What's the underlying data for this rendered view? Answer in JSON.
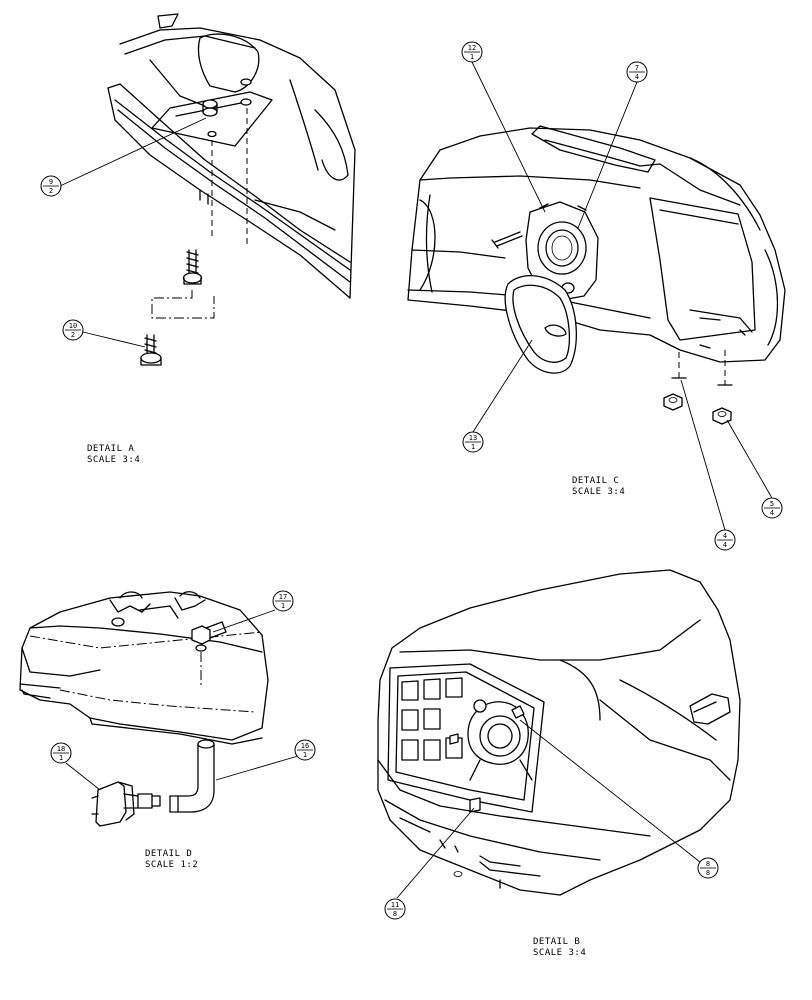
{
  "details": [
    {
      "id": "A",
      "title": "DETAIL A",
      "scale": "SCALE  3:4"
    },
    {
      "id": "B",
      "title": "DETAIL B",
      "scale": "SCALE  3:4"
    },
    {
      "id": "C",
      "title": "DETAIL C",
      "scale": "SCALE  3:4"
    },
    {
      "id": "D",
      "title": "DETAIL D",
      "scale": "SCALE  1:2"
    }
  ],
  "callouts": {
    "a_9": {
      "item": "9",
      "qty": "2"
    },
    "a_10": {
      "item": "10",
      "qty": "2"
    },
    "c_12": {
      "item": "12",
      "qty": "1"
    },
    "c_7": {
      "item": "7",
      "qty": "4"
    },
    "c_13": {
      "item": "13",
      "qty": "1"
    },
    "c_5": {
      "item": "5",
      "qty": "4"
    },
    "c_4": {
      "item": "4",
      "qty": "4"
    },
    "d_17": {
      "item": "17",
      "qty": "1"
    },
    "d_18": {
      "item": "18",
      "qty": "1"
    },
    "d_16": {
      "item": "16",
      "qty": "1"
    },
    "b_8": {
      "item": "8",
      "qty": "8"
    },
    "b_11": {
      "item": "11",
      "qty": "8"
    }
  }
}
